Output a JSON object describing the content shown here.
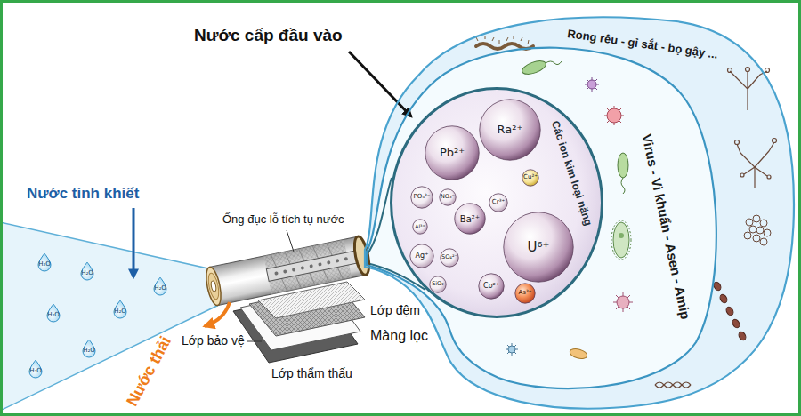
{
  "diagram": {
    "nodes": [
      {
        "text": [
          "H₂O"
        ]
      },
      {
        "text": [
          "H₂O"
        ]
      },
      {
        "text": [
          "H₂O"
        ]
      },
      {
        "text": [
          "H₂O"
        ]
      },
      {
        "text": [
          "H₂O"
        ]
      },
      {
        "text": [
          "H₂O"
        ]
      },
      {
        "text": [
          "H₂O"
        ]
      },
      {
        "text": [
          "Rong rêu - gỉ sắt - bọ gậy ..."
        ]
      },
      {
        "text": [
          "Virus - Vi khuẩn - Asen - Amip"
        ],
        "in": 7
      },
      {
        "text": [
          "Các ion kim loại nặng"
        ],
        "in": 8
      },
      {
        "text": [
          "Ra²⁺"
        ],
        "in": 9
      },
      {
        "text": [
          "Pb²⁺"
        ],
        "in": 9
      },
      {
        "text": [
          "Cu²⁺"
        ],
        "in": 9
      },
      {
        "text": [
          "PO₄³⁻"
        ],
        "in": 9
      },
      {
        "text": [
          "NO₃⁻"
        ],
        "in": 9
      },
      {
        "text": [
          "Cr³⁺"
        ],
        "in": 9
      },
      {
        "text": [
          "Ba²⁺"
        ],
        "in": 9
      },
      {
        "text": [
          "Al³⁺"
        ],
        "in": 9
      },
      {
        "text": [
          "U⁶⁺"
        ],
        "in": 9
      },
      {
        "text": [
          "Ag⁺"
        ],
        "in": 9
      },
      {
        "text": [
          "SO₄²⁻"
        ],
        "in": 9
      },
      {
        "text": [
          "SiO₂"
        ],
        "in": 9
      },
      {
        "text": [
          "Co²⁺"
        ],
        "in": 9
      },
      {
        "text": [
          "As³⁺"
        ],
        "in": 9
      }
    ],
    "labels": [
      "Nước cấp đầu vào",
      "Nước tinh khiết",
      "Ống đục lỗ tích tụ nước",
      "Lớp đệm",
      "Màng lọc",
      "Lớp bảo vệ",
      "Nước thải",
      "Lớp thẩm thấu"
    ]
  }
}
